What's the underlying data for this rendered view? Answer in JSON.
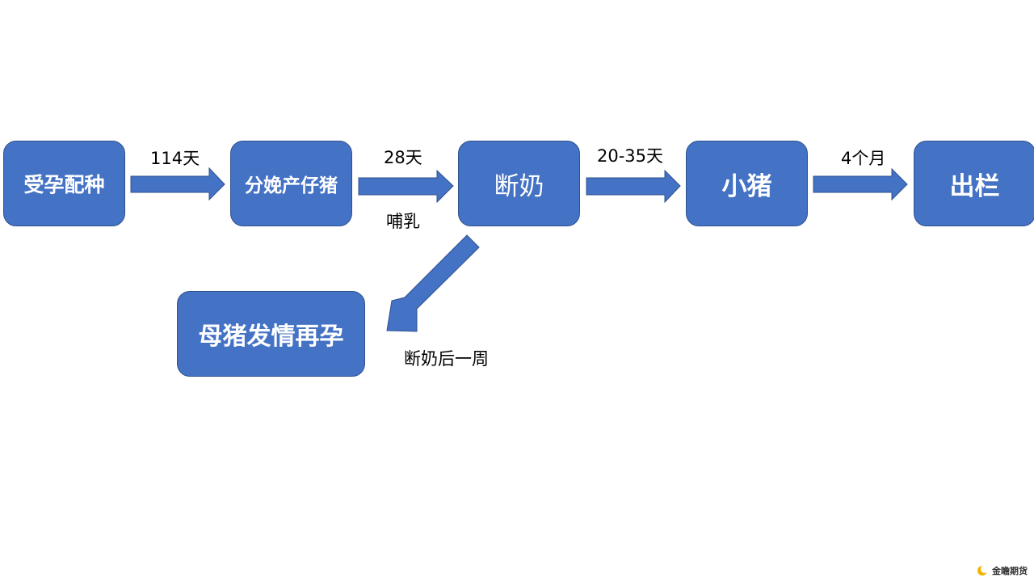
{
  "nodes": {
    "mating": "受孕配种",
    "farrowing": "分娩产仔猪",
    "weaning": "断奶",
    "piglet": "小猪",
    "slaughter": "出栏",
    "sow_rebreed": "母猪发情再孕"
  },
  "edges": {
    "mating_to_farrowing": "114天",
    "farrowing_to_weaning": "28天",
    "farrowing_to_weaning_sub": "哺乳",
    "weaning_to_piglet": "20-35天",
    "piglet_to_slaughter": "4个月",
    "weaning_to_sow": "断奶后一周"
  },
  "watermark": {
    "text": "金瞻期货"
  },
  "colors": {
    "node_fill": "#4472c4",
    "node_border": "#2f528f",
    "arrow_fill": "#4472c4",
    "logo_accent": "#f0b400"
  }
}
